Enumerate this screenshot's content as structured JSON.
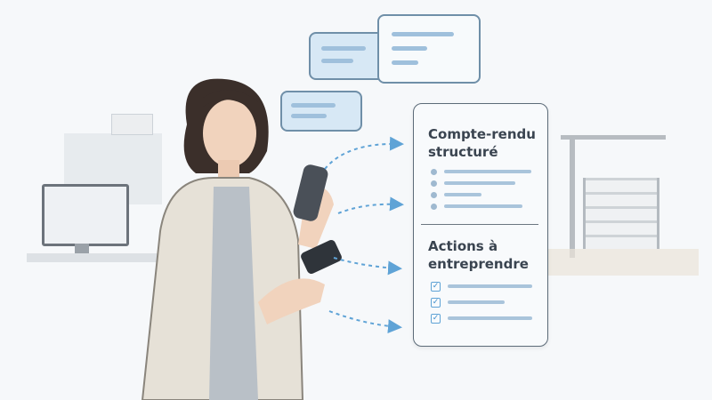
{
  "card": {
    "summary_title_line1": "Compte-rendu",
    "summary_title_line2": "structuré",
    "actions_title_line1": "Actions à",
    "actions_title_line2": "entreprendre",
    "checkbox_glyph": "✓"
  },
  "colors": {
    "accent": "#5fa3d6",
    "bubble": "#d7e8f5",
    "outline": "#5c6b78"
  }
}
